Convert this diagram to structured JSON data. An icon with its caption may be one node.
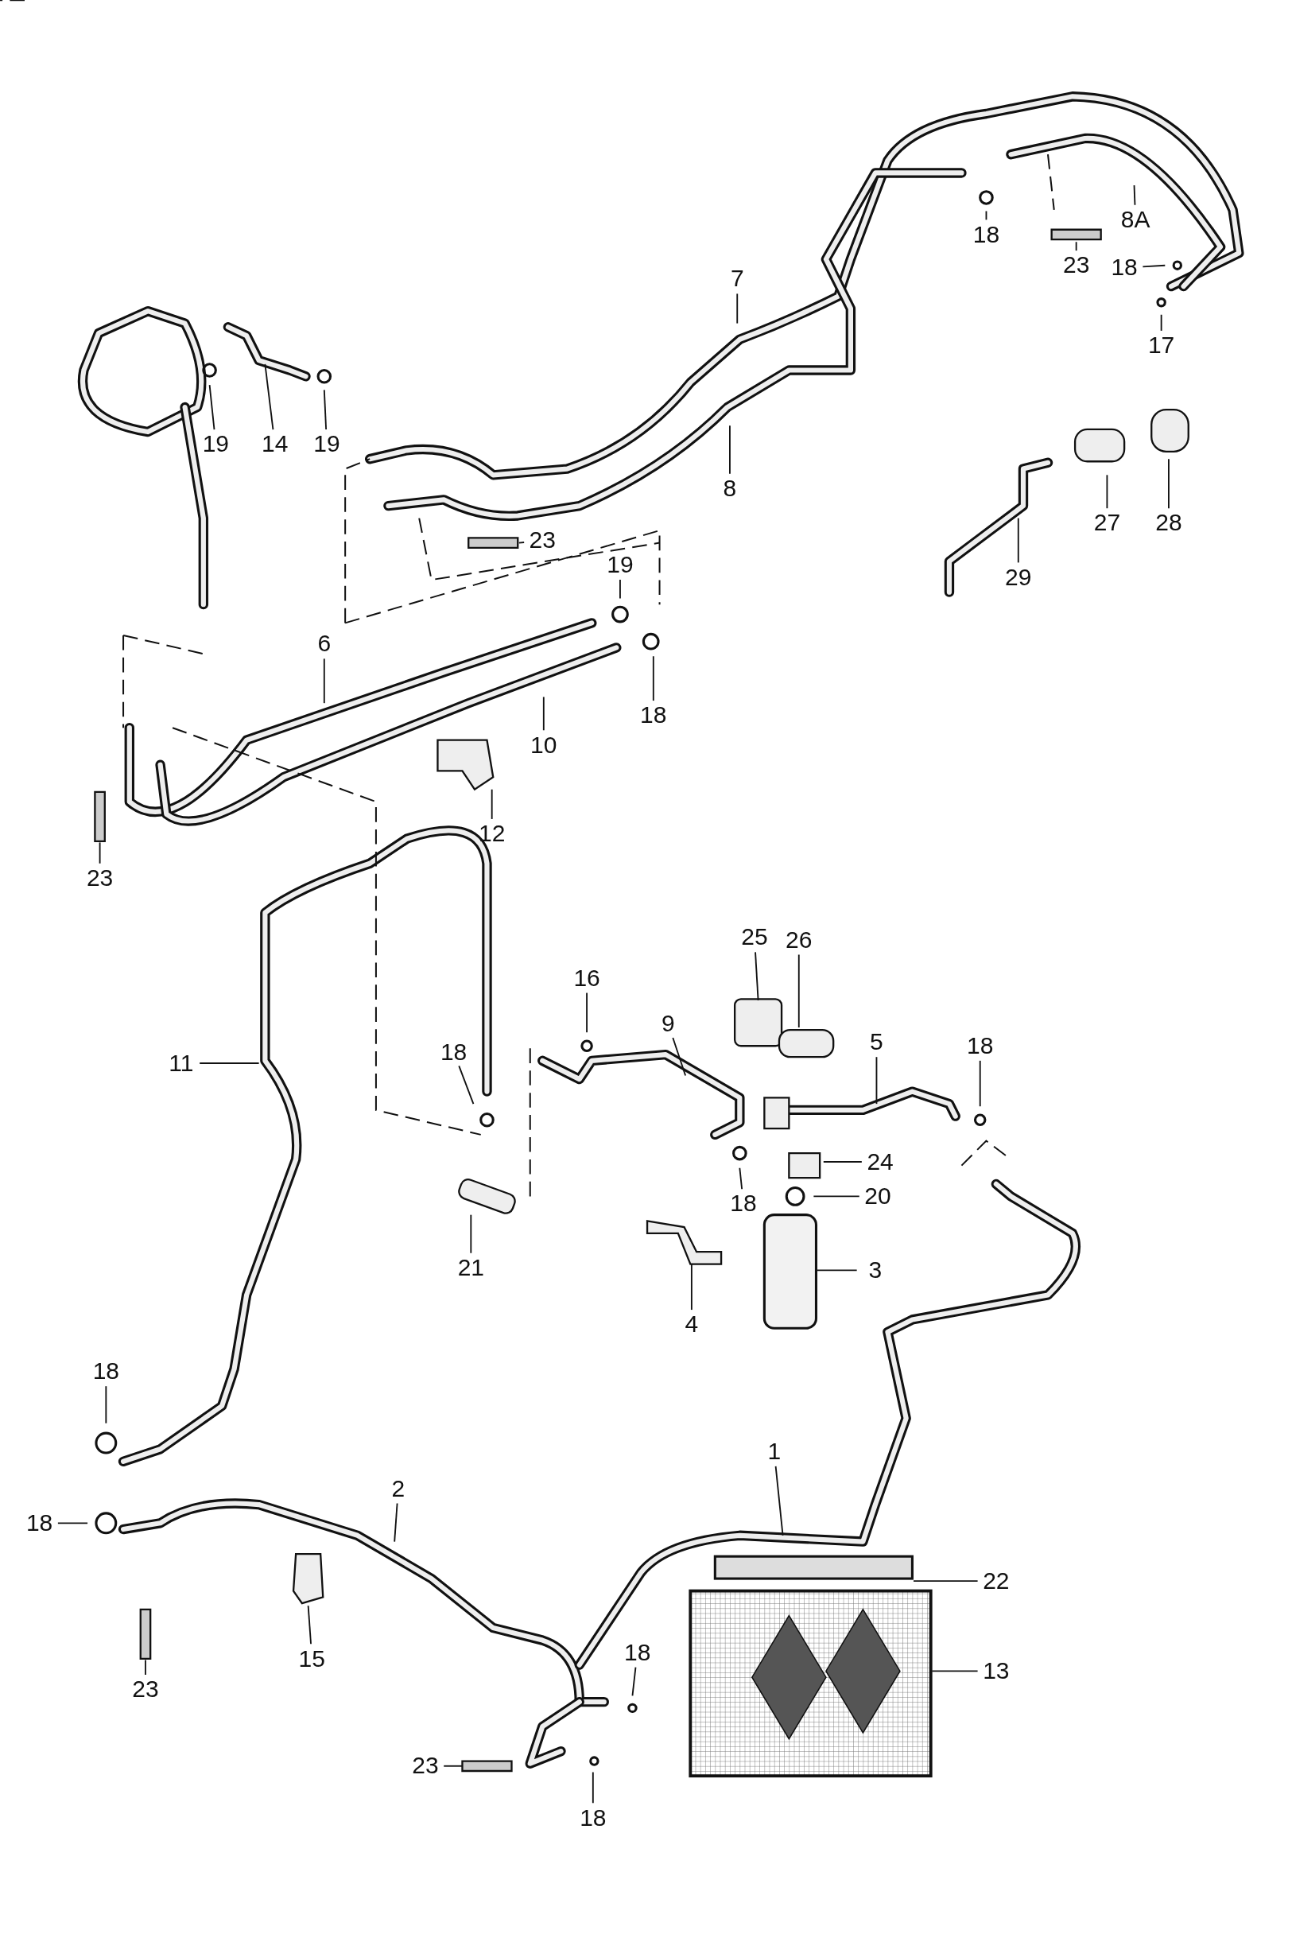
{
  "diagram": {
    "nodes": [
      {
        "text": [
          "18"
        ]
      },
      {
        "text": [
          "23"
        ]
      },
      {
        "text": [
          "8A"
        ]
      },
      {
        "text": [
          "18"
        ]
      },
      {
        "text": [
          "17"
        ]
      },
      {
        "text": [
          "7"
        ]
      },
      {
        "text": [
          "19"
        ]
      },
      {
        "text": [
          "14"
        ]
      },
      {
        "text": [
          "19"
        ]
      },
      {
        "text": [
          "8"
        ]
      },
      {
        "text": [
          "23"
        ]
      },
      {
        "text": [
          "27"
        ]
      },
      {
        "text": [
          "28"
        ]
      },
      {
        "text": [
          "29"
        ]
      },
      {
        "text": [
          "19"
        ]
      },
      {
        "text": [
          "6"
        ]
      },
      {
        "text": [
          "10"
        ]
      },
      {
        "text": [
          "18"
        ]
      },
      {
        "text": [
          "12"
        ]
      },
      {
        "text": [
          "23"
        ]
      },
      {
        "text": [
          "25"
        ]
      },
      {
        "text": [
          "26"
        ]
      },
      {
        "text": [
          "16"
        ]
      },
      {
        "text": [
          "9"
        ]
      },
      {
        "text": [
          "5"
        ]
      },
      {
        "text": [
          "18"
        ]
      },
      {
        "text": [
          "11"
        ]
      },
      {
        "text": [
          "18"
        ]
      },
      {
        "text": [
          "24"
        ]
      },
      {
        "text": [
          "18"
        ]
      },
      {
        "text": [
          "20"
        ]
      },
      {
        "text": [
          "21"
        ]
      },
      {
        "text": [
          "3"
        ]
      },
      {
        "text": [
          "4"
        ]
      },
      {
        "text": [
          "18"
        ]
      },
      {
        "text": [
          "1"
        ]
      },
      {
        "text": [
          "18"
        ]
      },
      {
        "text": [
          "2"
        ]
      },
      {
        "text": [
          "22"
        ]
      },
      {
        "text": [
          "15"
        ]
      },
      {
        "text": [
          "13"
        ]
      },
      {
        "text": [
          "23"
        ]
      },
      {
        "text": [
          "18"
        ]
      },
      {
        "text": [
          "23"
        ]
      },
      {
        "text": [
          "18"
        ]
      }
    ],
    "edges": [
      {
        "from": 0,
        "to": null,
        "arrow": "none"
      },
      {
        "from": 1,
        "to": null,
        "arrow": "none"
      },
      {
        "from": 2,
        "to": null,
        "arrow": "none"
      },
      {
        "from": 3,
        "to": null,
        "arrow": "none"
      },
      {
        "from": 4,
        "to": null,
        "arrow": "none"
      },
      {
        "from": 5,
        "to": null,
        "arrow": "none"
      },
      {
        "from": 6,
        "to": null,
        "arrow": "none"
      },
      {
        "from": 7,
        "to": null,
        "arrow": "none"
      },
      {
        "from": 8,
        "to": null,
        "arrow": "none"
      },
      {
        "from": 9,
        "to": null,
        "arrow": "none"
      },
      {
        "from": 10,
        "to": null,
        "arrow": "none"
      },
      {
        "from": 11,
        "to": null,
        "arrow": "none"
      },
      {
        "from": 12,
        "to": null,
        "arrow": "none"
      },
      {
        "from": 13,
        "to": null,
        "arrow": "none"
      },
      {
        "from": 14,
        "to": null,
        "arrow": "none"
      },
      {
        "from": 15,
        "to": null,
        "arrow": "none"
      },
      {
        "from": 16,
        "to": null,
        "arrow": "none"
      },
      {
        "from": 17,
        "to": null,
        "arrow": "none"
      },
      {
        "from": 18,
        "to": null,
        "arrow": "none"
      },
      {
        "from": 19,
        "to": null,
        "arrow": "none"
      },
      {
        "from": 20,
        "to": null,
        "arrow": "none"
      },
      {
        "from": 21,
        "to": null,
        "arrow": "none"
      },
      {
        "from": 22,
        "to": null,
        "arrow": "none"
      },
      {
        "from": 23,
        "to": null,
        "arrow": "none"
      },
      {
        "from": 24,
        "to": null,
        "arrow": "none"
      },
      {
        "from": 25,
        "to": null,
        "arrow": "none"
      },
      {
        "from": 26,
        "to": null,
        "arrow": "none"
      },
      {
        "from": 27,
        "to": null,
        "arrow": "none"
      },
      {
        "from": 28,
        "to": null,
        "arrow": "none"
      },
      {
        "from": 29,
        "to": null,
        "arrow": "none"
      },
      {
        "from": 30,
        "to": null,
        "arrow": "none"
      },
      {
        "from": 31,
        "to": null,
        "arrow": "none"
      },
      {
        "from": 32,
        "to": null,
        "arrow": "none"
      },
      {
        "from": 33,
        "to": null,
        "arrow": "none"
      },
      {
        "from": 34,
        "to": null,
        "arrow": "none"
      },
      {
        "from": 35,
        "to": null,
        "arrow": "none"
      },
      {
        "from": 36,
        "to": null,
        "arrow": "none"
      },
      {
        "from": 37,
        "to": null,
        "arrow": "none"
      },
      {
        "from": 38,
        "to": null,
        "arrow": "none"
      },
      {
        "from": 39,
        "to": null,
        "arrow": "none"
      },
      {
        "from": 40,
        "to": null,
        "arrow": "none"
      },
      {
        "from": 41,
        "to": null,
        "arrow": "none"
      },
      {
        "from": 42,
        "to": null,
        "arrow": "none"
      },
      {
        "from": 43,
        "to": null,
        "arrow": "none"
      },
      {
        "from": 44,
        "to": null,
        "arrow": "none"
      }
    ]
  }
}
